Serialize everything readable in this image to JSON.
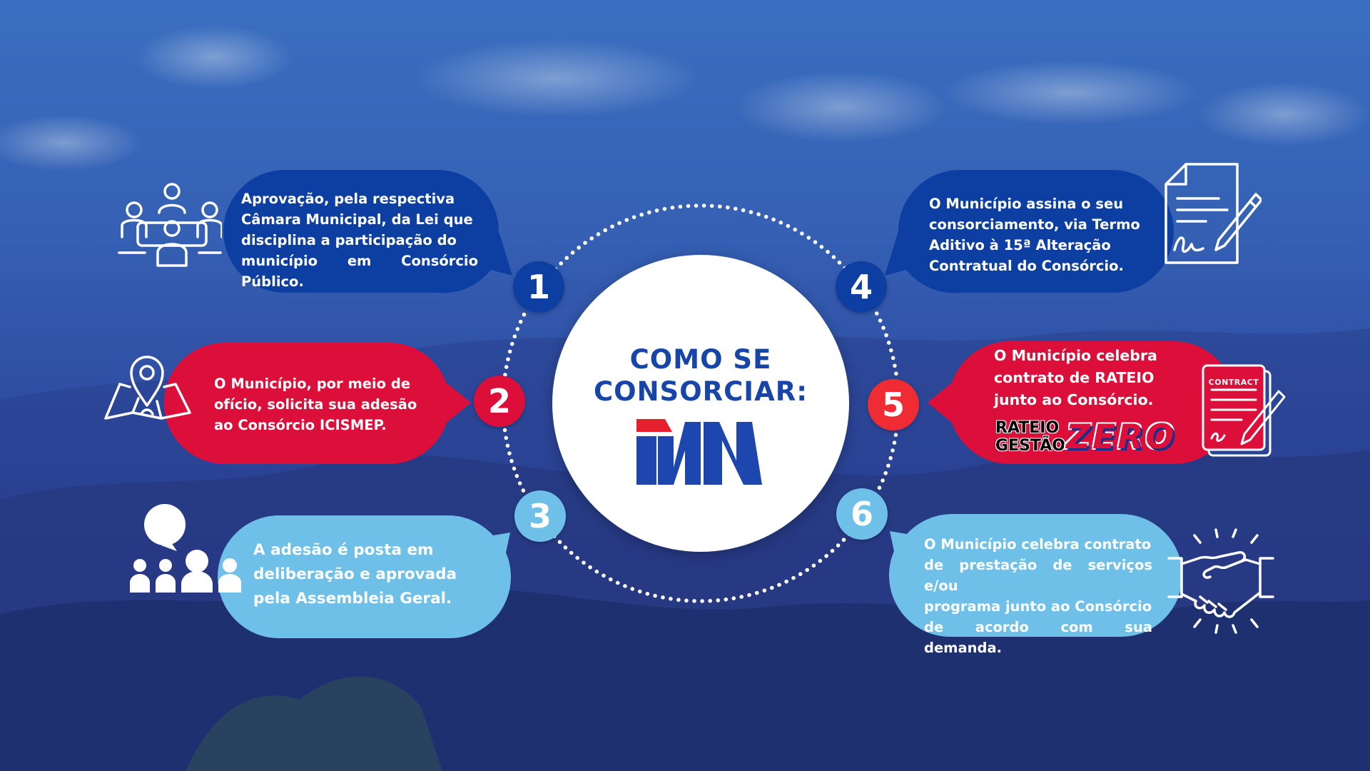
{
  "center": {
    "title_line1": "COMO SE",
    "title_line2": "CONSORCIAR:",
    "logo": "icismep-logo"
  },
  "colors": {
    "dark_blue": "#0d3fa3",
    "red": "#dc0f3a",
    "light_blue": "#6ec0e8",
    "bright_red": "#ef2b33"
  },
  "steps": [
    {
      "number": "1",
      "icon": "meeting-table-icon",
      "lines": [
        "Aprovação, pela respectiva",
        "Câmara Municipal, da Lei que",
        "disciplina a participação do",
        "município em Consórcio Público."
      ]
    },
    {
      "number": "2",
      "icon": "map-location-icon",
      "lines": [
        "O Município, por meio de",
        "ofício, solicita sua adesão",
        "ao Consórcio ICISMEP."
      ]
    },
    {
      "number": "3",
      "icon": "assembly-speech-icon",
      "lines": [
        "A adesão é posta em",
        "deliberação e aprovada",
        "pela Assembleia Geral."
      ]
    },
    {
      "number": "4",
      "icon": "signed-document-icon",
      "lines": [
        "O Município assina o seu",
        "consorciamento, via Termo",
        "Aditivo à 15ª Alteração",
        "Contratual do Consórcio."
      ]
    },
    {
      "number": "5",
      "icon": "contract-icon",
      "lines": [
        "O Município celebra",
        "contrato de RATEIO",
        "junto ao Consórcio."
      ],
      "badge": {
        "line1": "RATEIO",
        "line2": "GESTÃO",
        "big": "ZERO"
      },
      "contract_label": "CONTRACT"
    },
    {
      "number": "6",
      "icon": "handshake-icon",
      "lines": [
        "O Município celebra contrato",
        "de prestação de serviços e/ou",
        "programa junto ao Consórcio",
        "de acordo com sua demanda."
      ]
    }
  ]
}
